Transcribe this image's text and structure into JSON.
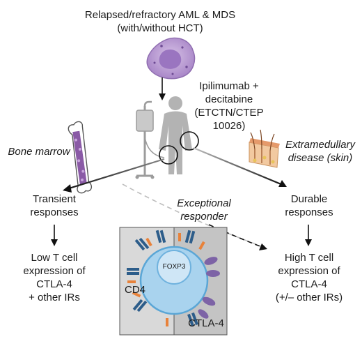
{
  "title": {
    "line1": "Relapsed/refractory AML & MDS",
    "line2": "(with/without HCT)"
  },
  "treatment": {
    "line1": "Ipilimumab +",
    "line2": "decitabine",
    "line3": "(ETCTN/CTEP",
    "line4": "10026)"
  },
  "bone_marrow": "Bone marrow",
  "extramedullary": {
    "line1": "Extramedullary",
    "line2": "disease (skin)"
  },
  "transient": {
    "line1": "Transient",
    "line2": "responses"
  },
  "durable": {
    "line1": "Durable",
    "line2": "responses"
  },
  "exceptional": {
    "line1": "Exceptional",
    "line2": "responder"
  },
  "low_t": {
    "line1": "Low T cell",
    "line2": "expression of",
    "line3": "CTLA-4",
    "line4": "+ other IRs"
  },
  "high_t": {
    "line1": "High T cell",
    "line2": "expression of",
    "line3": "CTLA-4",
    "line4": "(+/– other IRs)"
  },
  "cell_labels": {
    "cd4": "CD4",
    "foxp3": "FOXP3",
    "ctla4": "CTLA-4"
  },
  "colors": {
    "cell_fill": "#a9d3ee",
    "cell_stroke": "#5aa6d6",
    "nucleus": "#cfe6f6",
    "blast": "#b592cf",
    "receptor_blue": "#2d5d8a",
    "receptor_orange": "#e8823a",
    "ctla4_purple": "#7d63a6",
    "panel_left": "#d9d9d9",
    "panel_right": "#c4c4c4",
    "figure_gray": "#b3b3b3"
  }
}
